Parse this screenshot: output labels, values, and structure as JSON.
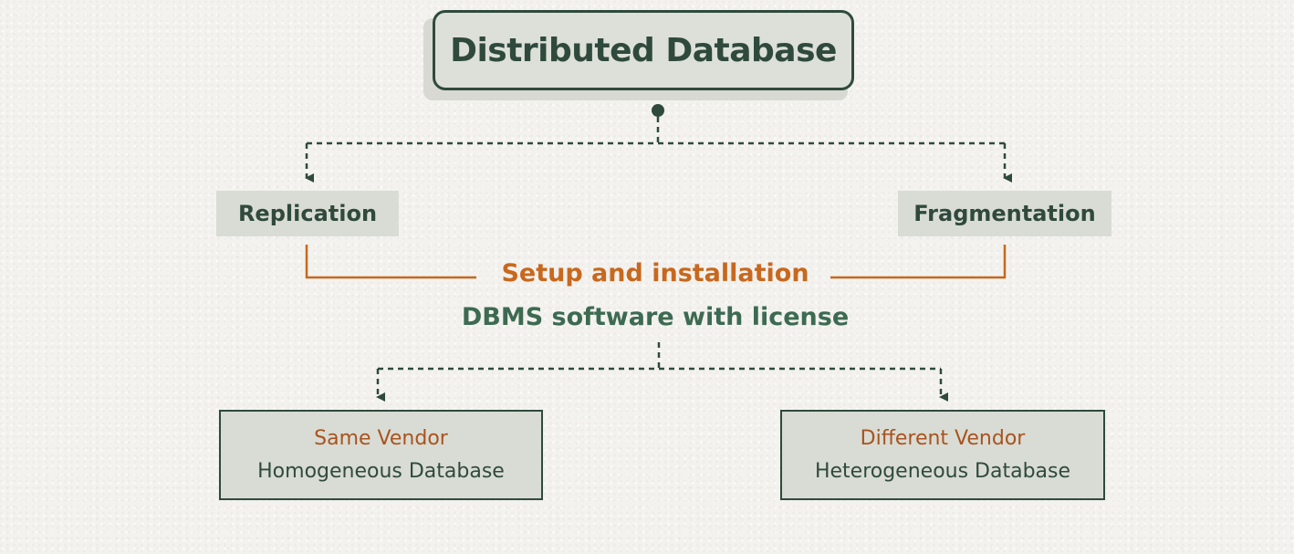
{
  "title": "Distributed Database",
  "branches": {
    "left": "Replication",
    "right": "Fragmentation"
  },
  "setup_label": "Setup and installation",
  "software_label": "DBMS software with license",
  "outcomes": [
    {
      "vendor": "Same Vendor",
      "database_type": "Homogeneous Database"
    },
    {
      "vendor": "Different Vendor",
      "database_type": "Heterogeneous Database"
    }
  ],
  "colors": {
    "dark_green": "#2f4a3d",
    "mid_green": "#3d6a52",
    "orange": "#c8681e",
    "rust": "#a9531f",
    "box_fill": "#d9dcd4"
  }
}
